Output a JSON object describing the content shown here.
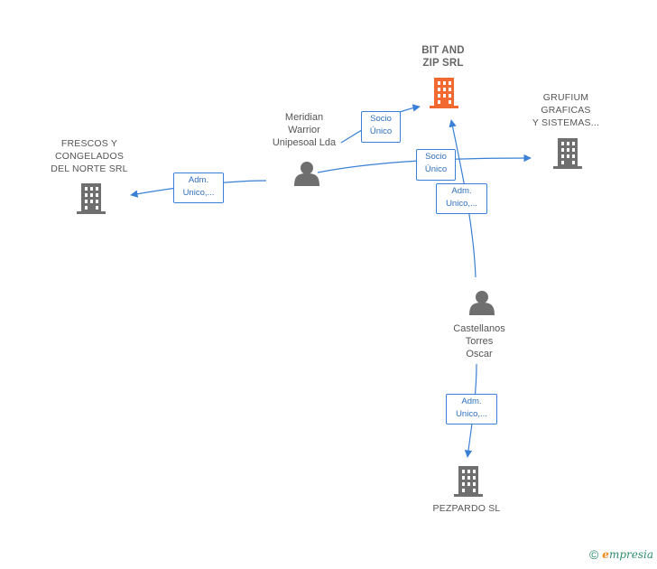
{
  "nodes": {
    "bit_and_zip": {
      "line1": "BIT AND",
      "line2": "ZIP SRL",
      "color": "#f26a32"
    },
    "grufium": {
      "line1": "GRUFIUM",
      "line2": "GRAFICAS",
      "line3": "Y SISTEMAS..."
    },
    "frescos": {
      "line1": "FRESCOS Y",
      "line2": "CONGELADOS",
      "line3": "DEL NORTE SRL"
    },
    "meridian": {
      "line1": "Meridian",
      "line2": "Warrior",
      "line3": "Unipesoal Lda"
    },
    "castellanos": {
      "line1": "Castellanos",
      "line2": "Torres",
      "line3": "Oscar"
    },
    "pezpardo": {
      "line1": "PEZPARDO  SL"
    }
  },
  "edges": {
    "meridian_bit": {
      "line1": "Socio",
      "line2": "Único"
    },
    "meridian_grufium": {
      "line1": "Socio",
      "line2": "Único"
    },
    "meridian_frescos": {
      "line1": "Adm.",
      "line2": "Unico,..."
    },
    "castellanos_bit": {
      "line1": "Adm.",
      "line2": "Unico,..."
    },
    "castellanos_pezpardo": {
      "line1": "Adm.",
      "line2": "Unico,..."
    }
  },
  "colors": {
    "edge": "#3a80d6",
    "building": "#6f6f6f",
    "person": "#6f6f6f",
    "focus": "#f26a32"
  },
  "footer": {
    "copyright": "©",
    "brand_first": "e",
    "brand_rest": "mpresia"
  }
}
